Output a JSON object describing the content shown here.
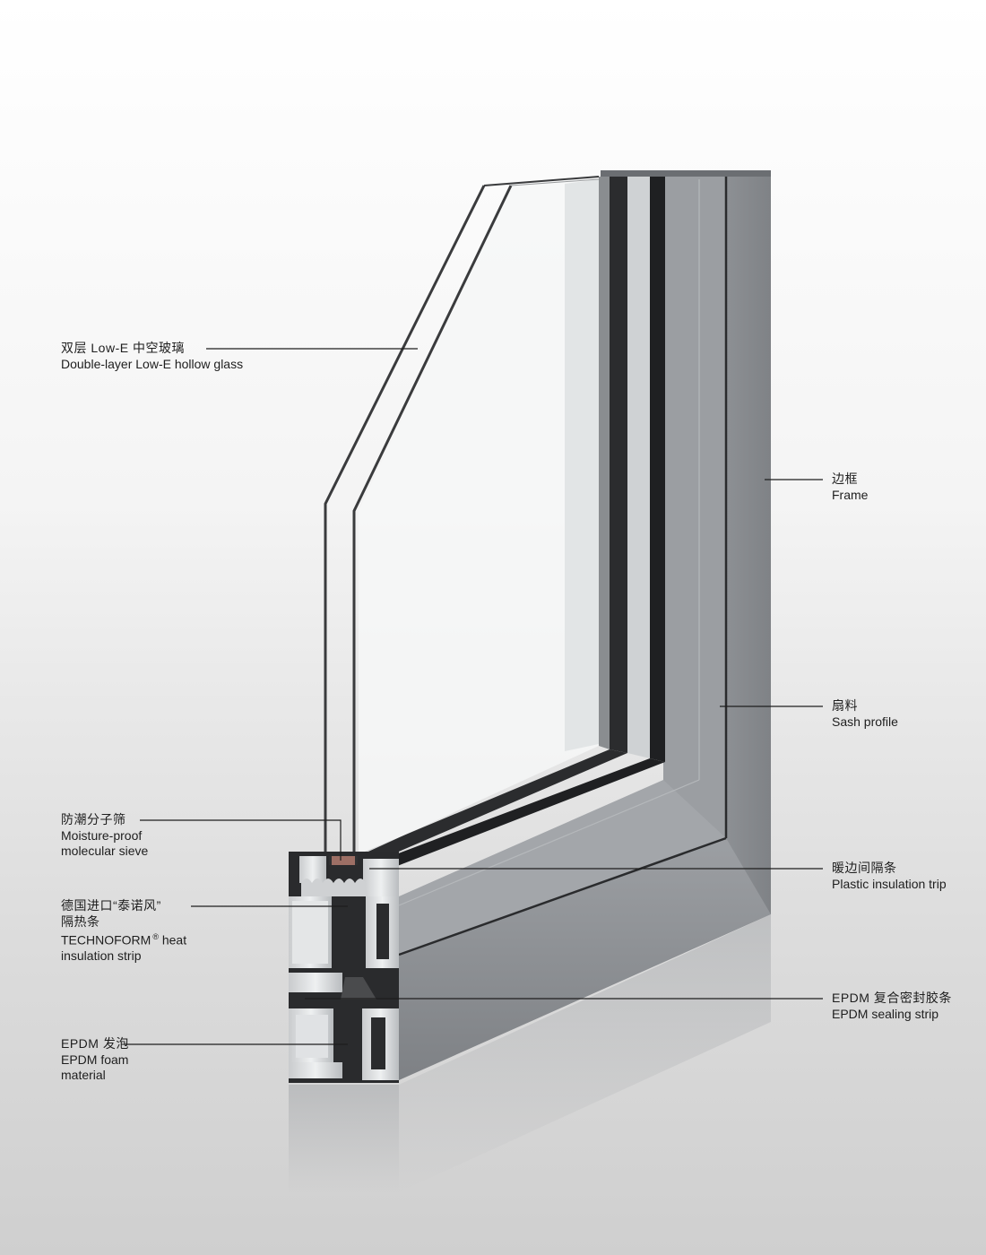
{
  "labels": {
    "glass": {
      "zh": "双层 Low-E 中空玻璃",
      "en": [
        "Double-layer Low-E hollow glass"
      ]
    },
    "frame": {
      "zh": "边框",
      "en": [
        "Frame"
      ]
    },
    "sash": {
      "zh": "扇料",
      "en": [
        "Sash profile"
      ]
    },
    "sieve": {
      "zh": "防潮分子筛",
      "en": [
        "Moisture-proof",
        "molecular sieve"
      ]
    },
    "warm": {
      "zh": "暖边间隔条",
      "en": [
        "Plastic insulation trip"
      ]
    },
    "techno": {
      "zh": "德国进口“泰诺风”",
      "zh2": "隔热条",
      "en": [
        "TECHNOFORM",
        "heat",
        "insulation strip"
      ],
      "mark": "®"
    },
    "sealing": {
      "zh": "EPDM 复合密封胶条",
      "en": [
        "EPDM sealing strip"
      ]
    },
    "foam": {
      "zh": "EPDM 发泡",
      "en": [
        "EPDM foam",
        "material"
      ]
    }
  },
  "colors": {
    "frame": "#8b8e92",
    "frame_face": "#9a9da1",
    "dark": "#1c1c1e",
    "glass": "#f2f3f3",
    "leader": "#1e1e1e"
  }
}
